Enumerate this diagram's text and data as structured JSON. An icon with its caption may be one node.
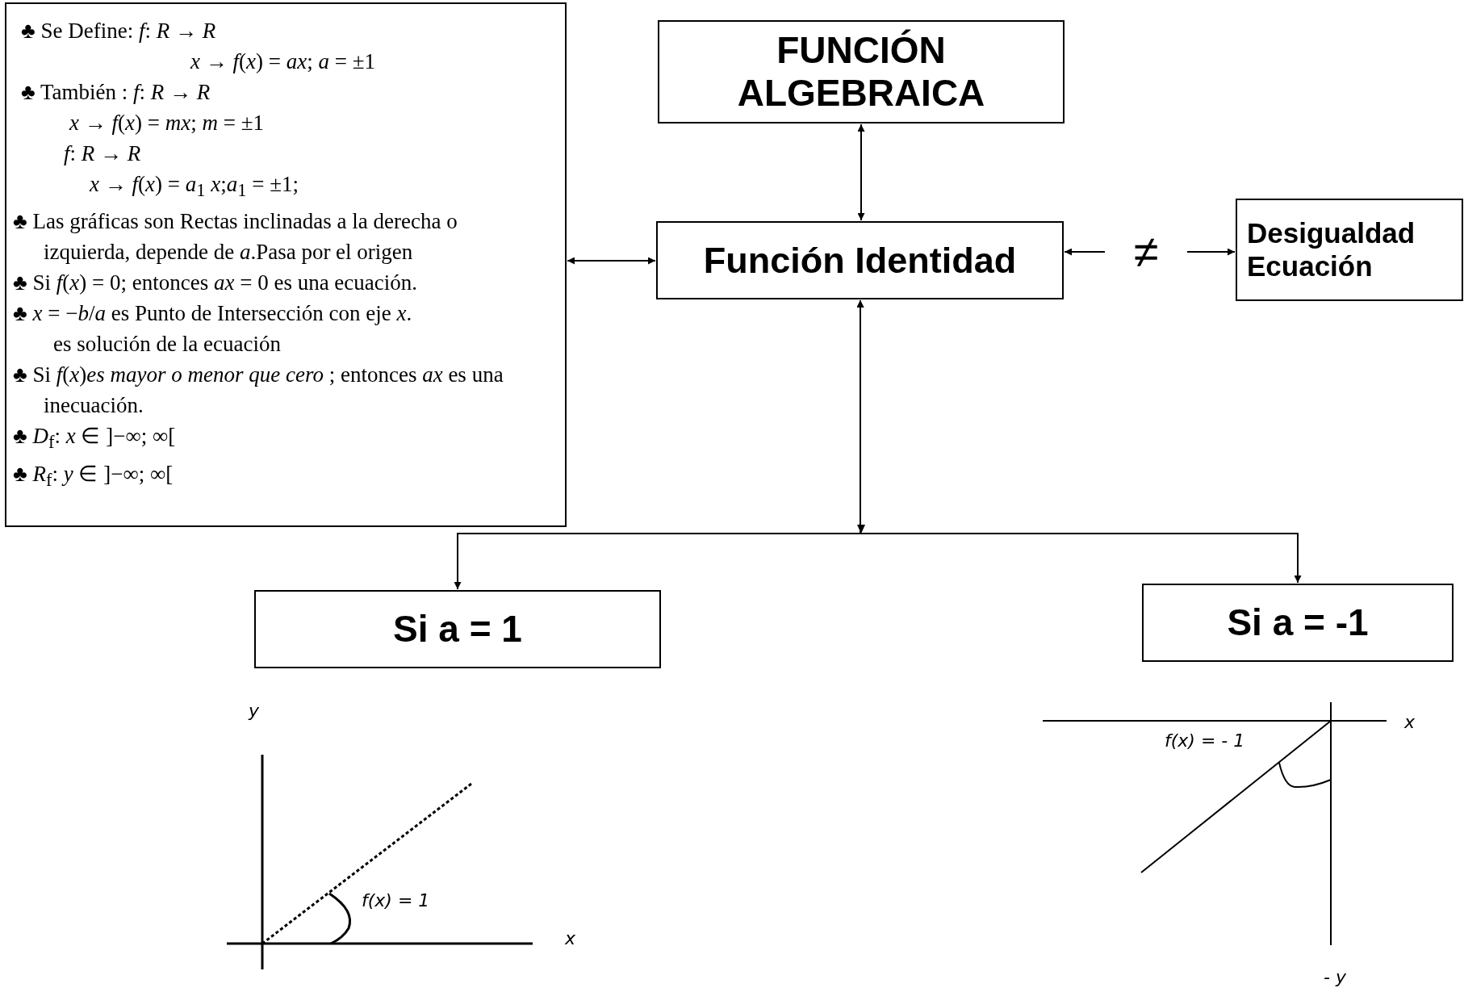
{
  "diagram": {
    "nodes": [
      {
        "text": [
          "♣ Se Define: *f*: *R* → *R*",
          "*x* → *f*(*x*) = *ax*; *a* = ±1",
          "♣ También : *f*: *R* → *R*",
          "*x* → *f*(*x*) = *mx*; *m* = ±1",
          "*f*: *R* → *R*",
          "*x* → *f*(*x*) = *a*$_{1}$ *x*;*a*$_{1}$ = ±1;",
          "♣ Las gráficas son Rectas inclinadas a la derecha o izquierda, depende de *a*.Pasa por el origen",
          "♣ Si *f*(*x*) = 0; entonces *ax* = 0 es una ecuación.",
          "♣ *x* = −*b*/*a* es Punto de Intersección con eje *x*.",
          "es solución de la ecuación",
          "♣ Si *f*(*x*)*es mayor o menor que cero* ; entonces *ax* es una inecuación.",
          "♣ *D*$_{f}$: *x* ∈ ]−∞; ∞[",
          "♣ *R*$_{f}$: *y* ∈ ]−∞; ∞["
        ]
      },
      {
        "text": [
          "FUNCIÓN ALGEBRAICA"
        ]
      },
      {
        "text": [
          "Función Identidad"
        ]
      },
      {
        "text": [
          "Desigualdad",
          "Ecuación"
        ]
      },
      {
        "text": [
          "Si a  = 1"
        ]
      },
      {
        "text": [
          "Si a  =  -1"
        ]
      },
      {
        "text": [
          "≠"
        ]
      }
    ],
    "edges": [
      {
        "from": 0,
        "to": 2,
        "arrow": "both"
      },
      {
        "from": 1,
        "to": 2,
        "arrow": "both"
      },
      {
        "from": 6,
        "to": 2,
        "arrow": "to"
      },
      {
        "from": 6,
        "to": 3,
        "arrow": "to"
      },
      {
        "from": 2,
        "to": 4,
        "arrow": "both"
      },
      {
        "from": 2,
        "to": 5,
        "arrow": "both"
      }
    ],
    "labels": [
      "y",
      "x",
      "f(x) = - 1",
      "f(x) = 1",
      "x",
      "- y"
    ]
  }
}
